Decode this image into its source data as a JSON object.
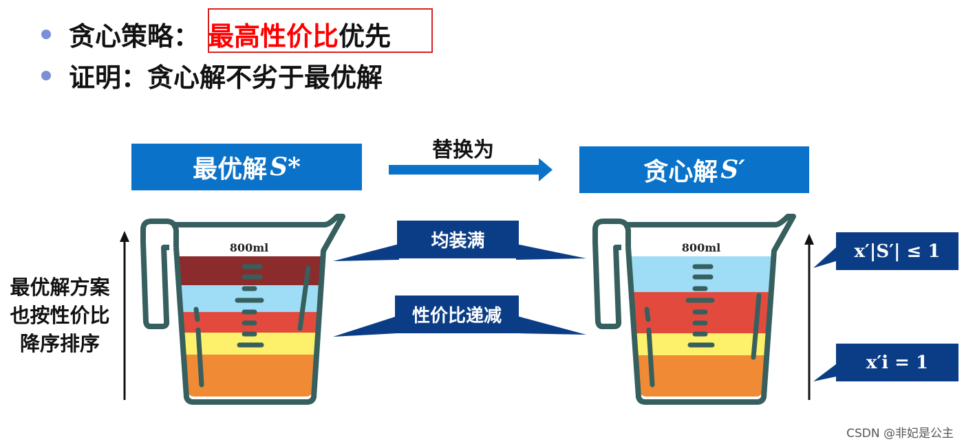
{
  "bullets": {
    "b1_prefix": "贪心策略：",
    "b1_highlight": "最高性价比",
    "b1_suffix": "优先",
    "b2": "证明：贪心解不劣于最优解"
  },
  "optimal_box": {
    "label": "最优解",
    "symbol": "S*"
  },
  "greedy_box": {
    "label": "贪心解",
    "symbol": "S′"
  },
  "arrow_label": "替换为",
  "callouts": {
    "full": "均装满",
    "decreasing": "性价比递减"
  },
  "left_label": [
    "最优解方案",
    "也按性价比",
    "降序排序"
  ],
  "measure_label": "800ml",
  "formula_top": "x′|S′| ≤ 1",
  "formula_bottom": "x′i = 1",
  "credit": "CSDN @非妃是公主",
  "colors": {
    "accent_blue": "#0a72c8",
    "callout_navy": "#0b3d86",
    "cup_stroke": "#365f5e",
    "dark_red": "#8b2b2b",
    "light_blue": "#9fdcf5",
    "red": "#e34a3e",
    "yellow": "#fdf06a",
    "orange": "#f08a35"
  }
}
